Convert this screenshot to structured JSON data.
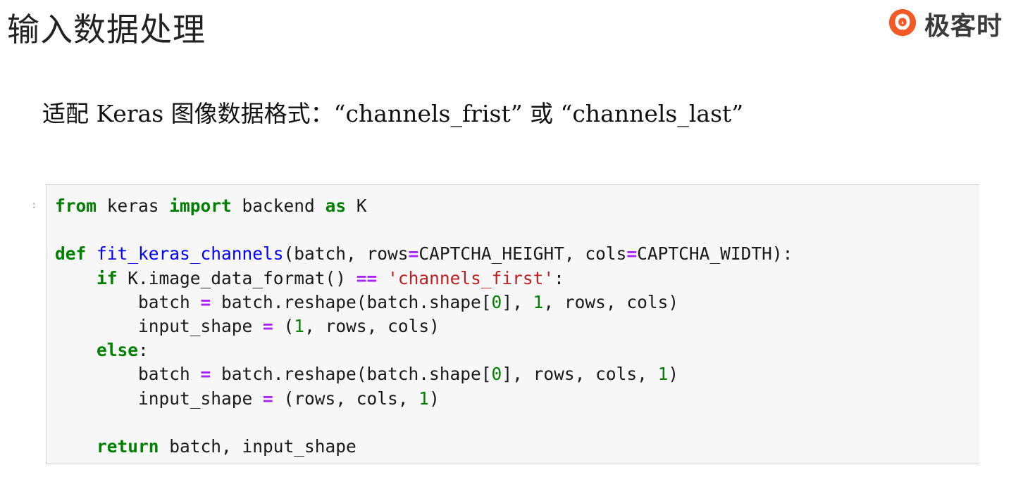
{
  "slide": {
    "title": "输入数据处理",
    "subtitle": "适配 Keras 图像数据格式：“channels_frist” 或 “channels_last”"
  },
  "brand": {
    "name": "极客时",
    "logo_icon": "geektime-logo-icon",
    "accent_color": "#f15a24"
  },
  "code_cell": {
    "gutter_mark": ":",
    "lines": [
      [
        {
          "t": "from",
          "c": "kw"
        },
        {
          "t": " keras ",
          "c": "nm"
        },
        {
          "t": "import",
          "c": "kw"
        },
        {
          "t": " backend ",
          "c": "nm"
        },
        {
          "t": "as",
          "c": "kw"
        },
        {
          "t": " K",
          "c": "nm"
        }
      ],
      [],
      [
        {
          "t": "def",
          "c": "kw"
        },
        {
          "t": " ",
          "c": "nm"
        },
        {
          "t": "fit_keras_channels",
          "c": "fn"
        },
        {
          "t": "(batch, rows",
          "c": "nm"
        },
        {
          "t": "=",
          "c": "op"
        },
        {
          "t": "CAPTCHA_HEIGHT, cols",
          "c": "nm"
        },
        {
          "t": "=",
          "c": "op"
        },
        {
          "t": "CAPTCHA_WIDTH):",
          "c": "nm"
        }
      ],
      [
        {
          "t": "    ",
          "c": "nm"
        },
        {
          "t": "if",
          "c": "kw"
        },
        {
          "t": " K.image_data_format() ",
          "c": "nm"
        },
        {
          "t": "==",
          "c": "op"
        },
        {
          "t": " ",
          "c": "nm"
        },
        {
          "t": "'channels_first'",
          "c": "str"
        },
        {
          "t": ":",
          "c": "nm"
        }
      ],
      [
        {
          "t": "        batch ",
          "c": "nm"
        },
        {
          "t": "=",
          "c": "op"
        },
        {
          "t": " batch.reshape(batch.shape[",
          "c": "nm"
        },
        {
          "t": "0",
          "c": "num"
        },
        {
          "t": "], ",
          "c": "nm"
        },
        {
          "t": "1",
          "c": "num"
        },
        {
          "t": ", rows, cols)",
          "c": "nm"
        }
      ],
      [
        {
          "t": "        input_shape ",
          "c": "nm"
        },
        {
          "t": "=",
          "c": "op"
        },
        {
          "t": " (",
          "c": "nm"
        },
        {
          "t": "1",
          "c": "num"
        },
        {
          "t": ", rows, cols)",
          "c": "nm"
        }
      ],
      [
        {
          "t": "    ",
          "c": "nm"
        },
        {
          "t": "else",
          "c": "kw"
        },
        {
          "t": ":",
          "c": "nm"
        }
      ],
      [
        {
          "t": "        batch ",
          "c": "nm"
        },
        {
          "t": "=",
          "c": "op"
        },
        {
          "t": " batch.reshape(batch.shape[",
          "c": "nm"
        },
        {
          "t": "0",
          "c": "num"
        },
        {
          "t": "], rows, cols, ",
          "c": "nm"
        },
        {
          "t": "1",
          "c": "num"
        },
        {
          "t": ")",
          "c": "nm"
        }
      ],
      [
        {
          "t": "        input_shape ",
          "c": "nm"
        },
        {
          "t": "=",
          "c": "op"
        },
        {
          "t": " (rows, cols, ",
          "c": "nm"
        },
        {
          "t": "1",
          "c": "num"
        },
        {
          "t": ")",
          "c": "nm"
        }
      ],
      [],
      [
        {
          "t": "    ",
          "c": "nm"
        },
        {
          "t": "return",
          "c": "kw"
        },
        {
          "t": " batch, input_shape",
          "c": "nm"
        }
      ]
    ]
  }
}
